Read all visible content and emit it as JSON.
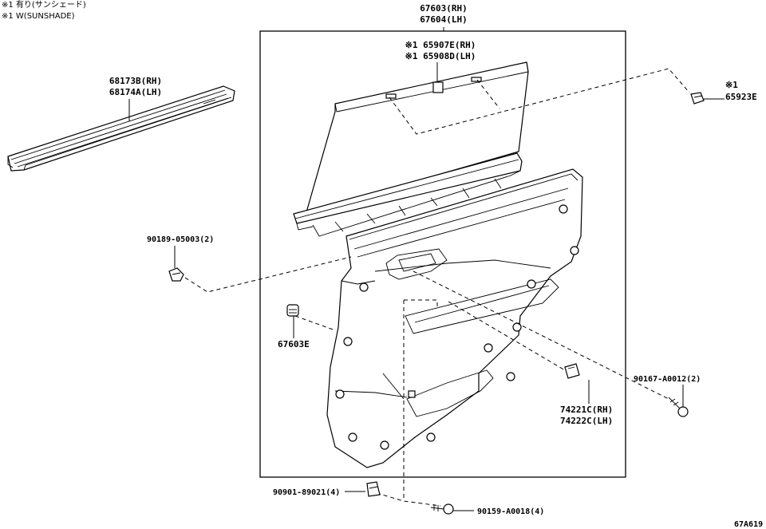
{
  "notes": {
    "line1": "※1 有り(サンシェード)",
    "line2": "※1 W(SUNSHADE)"
  },
  "labels": {
    "trim_rh": "67603(RH)",
    "trim_lh": "67604(LH)",
    "sunshade_rh": "※1 65907E(RH)",
    "sunshade_lh": "※1 65908D(LH)",
    "weatherstrip_rh": "68173B(RH)",
    "weatherstrip_lh": "68174A(LH)",
    "clip_65923e_note": "※1",
    "clip_65923e": "65923E",
    "screw_90189": "90189-05003(2)",
    "clip_67603e": "67603E",
    "screw_90167": "90167-A0012(2)",
    "cover_rh": "74221C(RH)",
    "cover_lh": "74222C(LH)",
    "clip_90901": "90901-89021(4)",
    "screw_90159": "90159-A0018(4)",
    "diagram_code": "67A619"
  }
}
